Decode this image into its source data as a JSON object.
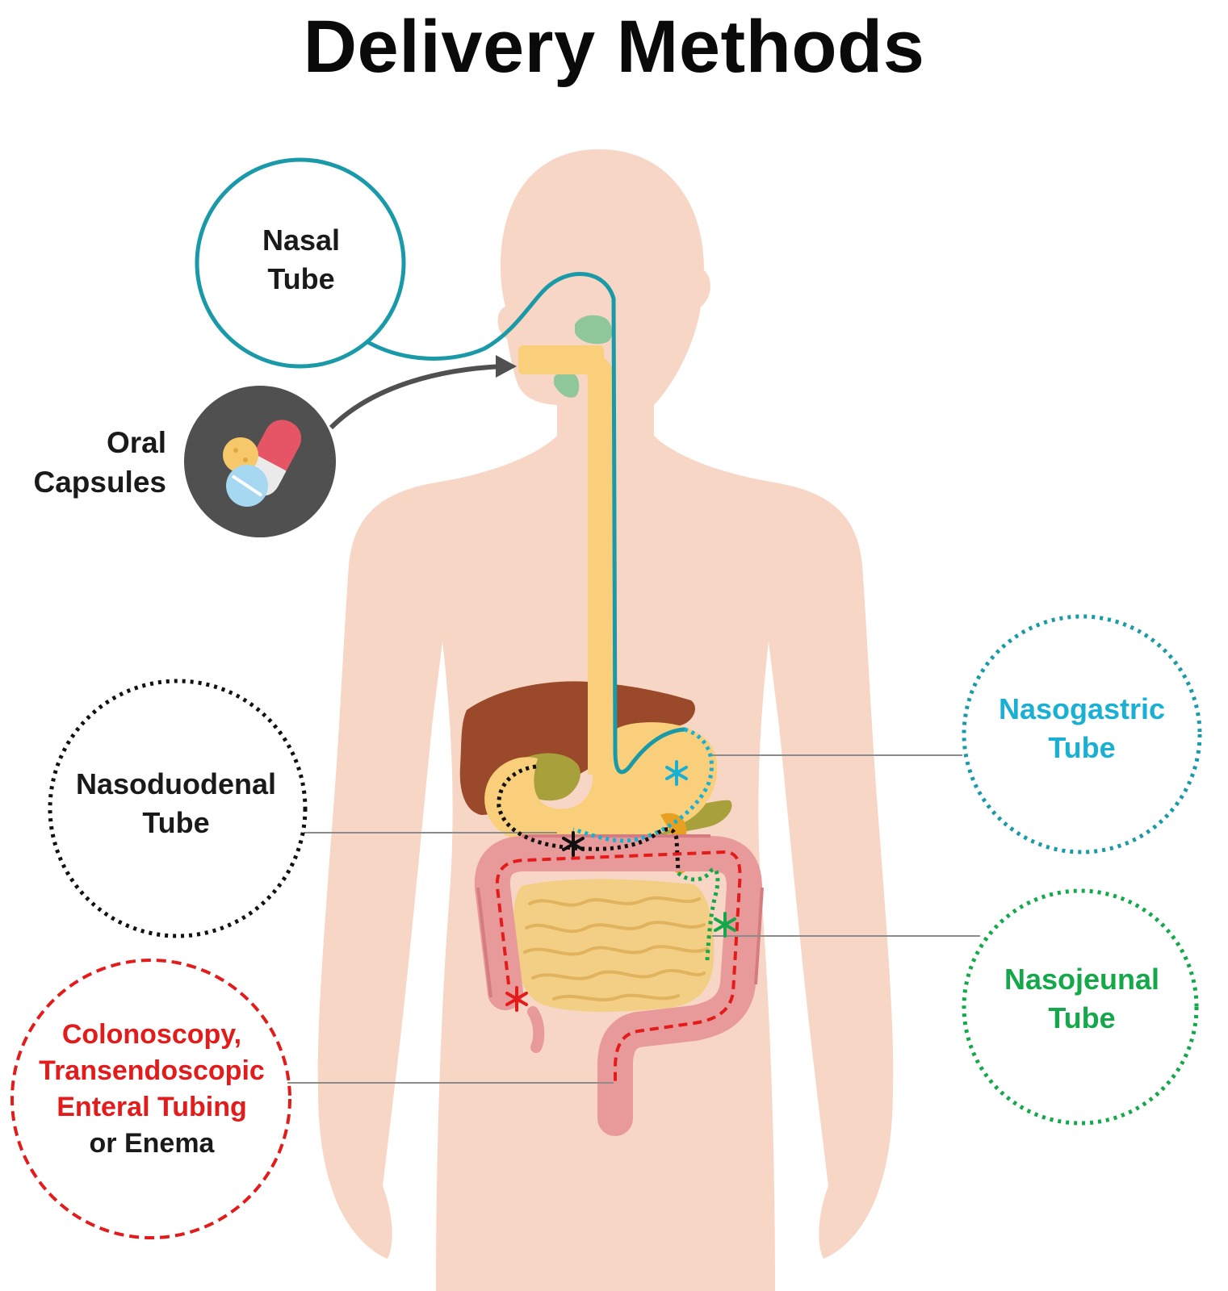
{
  "title": "Delivery Methods",
  "labels": {
    "nasal_tube": [
      "Nasal",
      "Tube"
    ],
    "oral_capsules": [
      "Oral",
      "Capsules"
    ],
    "nasoduodenal_tube": [
      "Nasoduodenal",
      "Tube"
    ],
    "nasogastric_tube": [
      "Nasogastric",
      "Tube"
    ],
    "nasojejunal_tube": [
      "Nasojeunal",
      "Tube"
    ],
    "colonoscopy": [
      "Colonoscopy,",
      "Transendoscopic",
      "Enteral Tubing",
      "or Enema"
    ]
  },
  "colors": {
    "body": "#f8d6c5",
    "nasal_tube": "#1a9aa8",
    "nasogastric": "#1ab0d4",
    "nasoduodenal": "#111111",
    "nasojejunal": "#14a84a",
    "colonoscopy": "#e31b1b",
    "oral_capsule_badge": "#505050",
    "esophagus": "#f9cf7b",
    "liver": "#9a4a2a",
    "intestine": "#f2cf84",
    "colon": "#e89a9a"
  },
  "icons": {
    "oral": "pills-icon",
    "freeze": "snowflake-icon"
  }
}
